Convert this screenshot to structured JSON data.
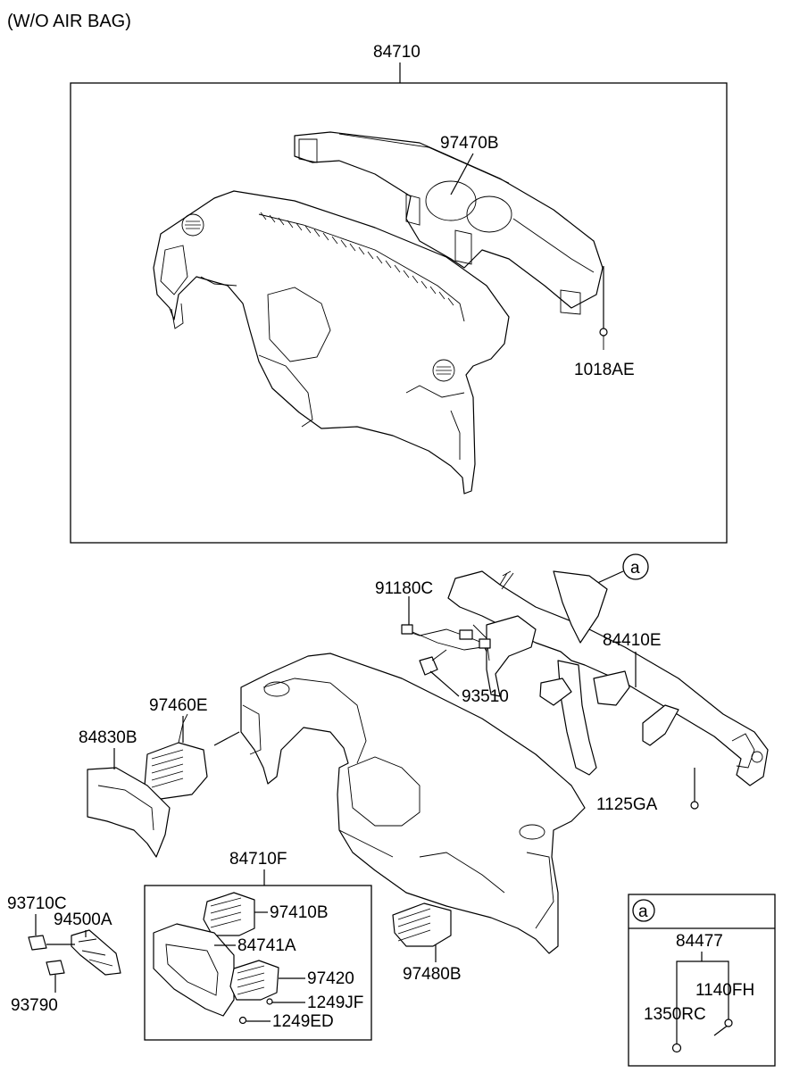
{
  "header": {
    "title": "(W/O AIR BAG)"
  },
  "callout_marker": "a",
  "labels": {
    "p84710": "84710",
    "p97470B": "97470B",
    "p1018AE": "1018AE",
    "p91180C": "91180C",
    "p84410E": "84410E",
    "p93510": "93510",
    "p97460E": "97460E",
    "p84830B": "84830B",
    "p1125GA": "1125GA",
    "p84710F": "84710F",
    "p97410B": "97410B",
    "p84741A": "84741A",
    "p97420": "97420",
    "p1249JF": "1249JF",
    "p1249ED": "1249ED",
    "p97480B": "97480B",
    "p93710C": "93710C",
    "p94500A": "94500A",
    "p93790": "93790",
    "p84477": "84477",
    "p1140FH": "1140FH",
    "p1350RC": "1350RC"
  }
}
